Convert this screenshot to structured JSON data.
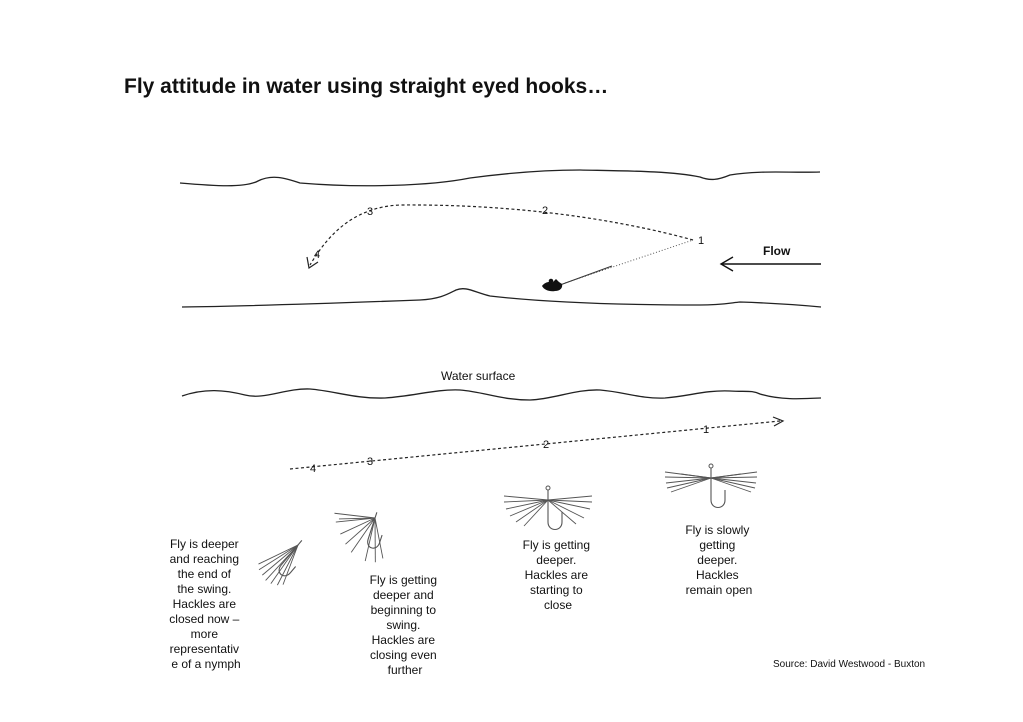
{
  "title": "Fly attitude in water using straight eyed hooks…",
  "flow_label": "Flow",
  "water_surface_label": "Water surface",
  "top_path_numbers": [
    "1",
    "2",
    "3",
    "4"
  ],
  "side_path_numbers": [
    "1",
    "2",
    "3",
    "4"
  ],
  "captions": [
    [
      "Fly is slowly",
      "getting",
      "deeper.",
      "Hackles",
      "remain open"
    ],
    [
      "Fly is  getting",
      "deeper.",
      "Hackles are",
      "starting to",
      "close"
    ],
    [
      "Fly is  getting",
      "deeper and",
      "beginning to",
      "swing.",
      "Hackles are",
      "closing even",
      "further"
    ],
    [
      "Fly is deeper",
      "and reaching",
      "the end of",
      "the swing.",
      "Hackles are",
      "closed now –",
      "more",
      "representativ",
      "e of a nymph"
    ]
  ],
  "source": "Source: David Westwood - Buxton",
  "icons": [
    "arrow-left-icon",
    "angler-icon",
    "fly-icon"
  ]
}
